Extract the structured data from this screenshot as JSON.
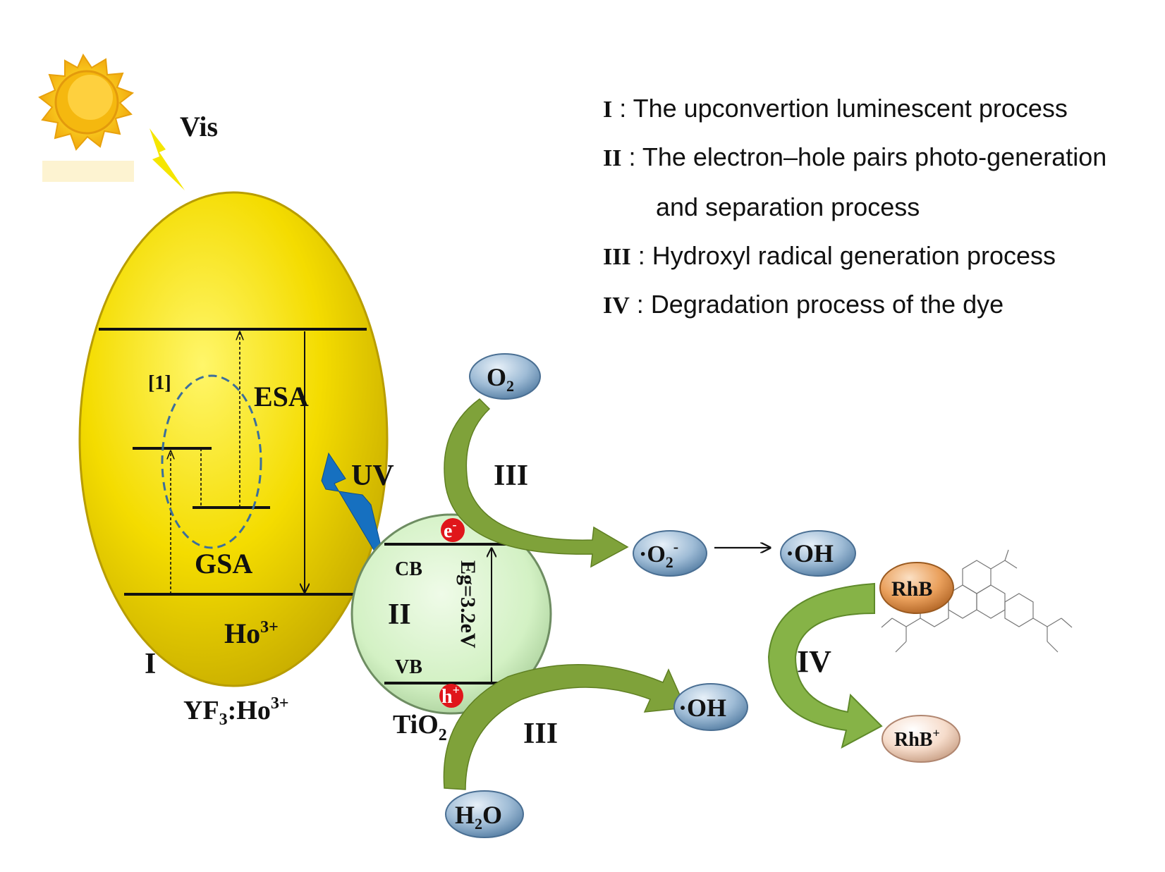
{
  "legend": {
    "items": [
      {
        "numeral": "I",
        "sep": " : ",
        "text": "The upconvertion luminescent process"
      },
      {
        "numeral": "II",
        "sep": " : ",
        "text": "The electron–hole pairs photo-generation"
      },
      {
        "numeral": "",
        "sep": "",
        "text": "and separation process"
      },
      {
        "numeral": "III",
        "sep": " : ",
        "text": "Hydroxyl radical generation process"
      },
      {
        "numeral": "IV",
        "sep": " :  ",
        "text": "Degradation process of the dye"
      }
    ]
  },
  "labels": {
    "vis": "Vis",
    "uv": "UV",
    "esa": "ESA",
    "gsa": "GSA",
    "bracket1": "[1]",
    "ho_ion": "Ho",
    "ho_ion_sup": "3+",
    "yf3_label_a": "YF",
    "yf3_label_sub": "3",
    "yf3_label_b": ":Ho",
    "yf3_label_sup": "3+",
    "stage_I": "I",
    "stage_II": "II",
    "stage_III_top": "III",
    "stage_III_bottom": "III",
    "stage_IV": "IV",
    "cb": "CB",
    "vb": "VB",
    "eg": "Eg=3.2eV",
    "electron": "e",
    "electron_sup": "-",
    "hole": "h",
    "hole_sup": "+",
    "tio2_a": "TiO",
    "tio2_sub": "2"
  },
  "species": {
    "o2": {
      "main": "O",
      "sub": "2"
    },
    "superoxide": {
      "prefix": "·O",
      "sub": "2",
      "sup": "-"
    },
    "oh_top": "·OH",
    "oh_bottom": "·OH",
    "h2o": {
      "a": "H",
      "sub": "2",
      "b": "O"
    },
    "rhb": "RhB",
    "rhb_plus": {
      "main": "RhB",
      "sup": "+"
    }
  },
  "colors": {
    "ellipse_yellow": "#f5dc00",
    "tio2_green": "#d4f2c6",
    "arrow_green": "#7fa23a",
    "bubble_blue": "#8fb0cc",
    "rhb_orange": "#e8a263",
    "rhb_plus_peach": "#f3d6c3",
    "uv_bolt": "#1670c0",
    "vis_bolt": "#f5e600",
    "sun": "#f7c21a",
    "carrier_red": "#e0161b"
  }
}
